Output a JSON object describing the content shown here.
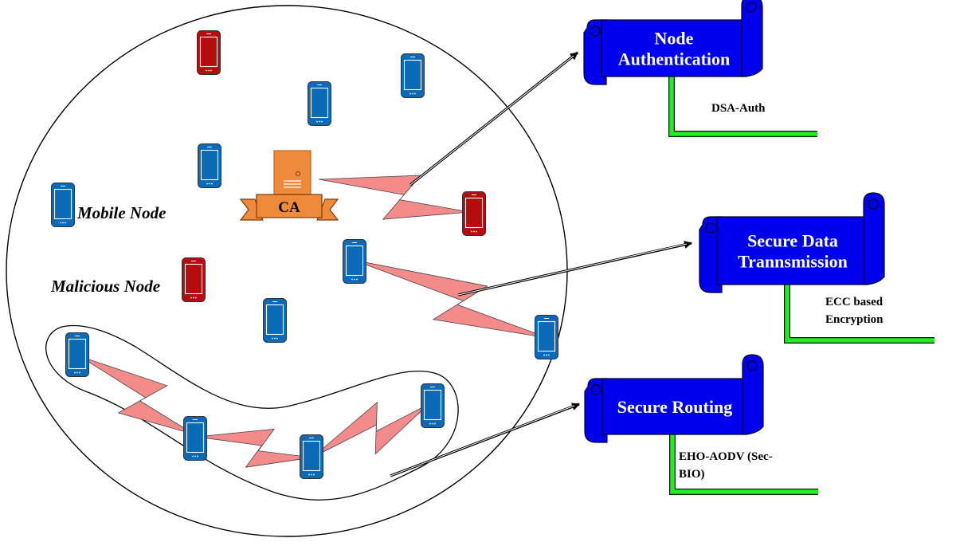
{
  "legend": {
    "mobile_node": "Mobile Node",
    "malicious_node": "Malicious Node"
  },
  "ca": {
    "label": "CA"
  },
  "banners": [
    {
      "title_lines": [
        "Node",
        "Authentication"
      ],
      "detail_lines": [
        "DSA-Auth"
      ]
    },
    {
      "title_lines": [
        "Secure Data",
        "Trannsmission"
      ],
      "detail_lines": [
        "ECC based",
        "Encryption"
      ]
    },
    {
      "title_lines": [
        "Secure Routing"
      ],
      "detail_lines": [
        "EHO-AODV (Sec-",
        "BIO)"
      ]
    }
  ],
  "colors": {
    "mobile_node": "#0a6ab8",
    "malicious_node": "#b50d0d",
    "ca_server": "#ef8a3a",
    "wireless_link": "#f48b8b",
    "banner": "#0000ee",
    "detail_bar": "#22ee22"
  },
  "icons": {
    "mobile_node": "smartphone-icon",
    "malicious_node": "smartphone-icon",
    "ca": "server-icon",
    "link": "lightning-bolt-icon"
  }
}
